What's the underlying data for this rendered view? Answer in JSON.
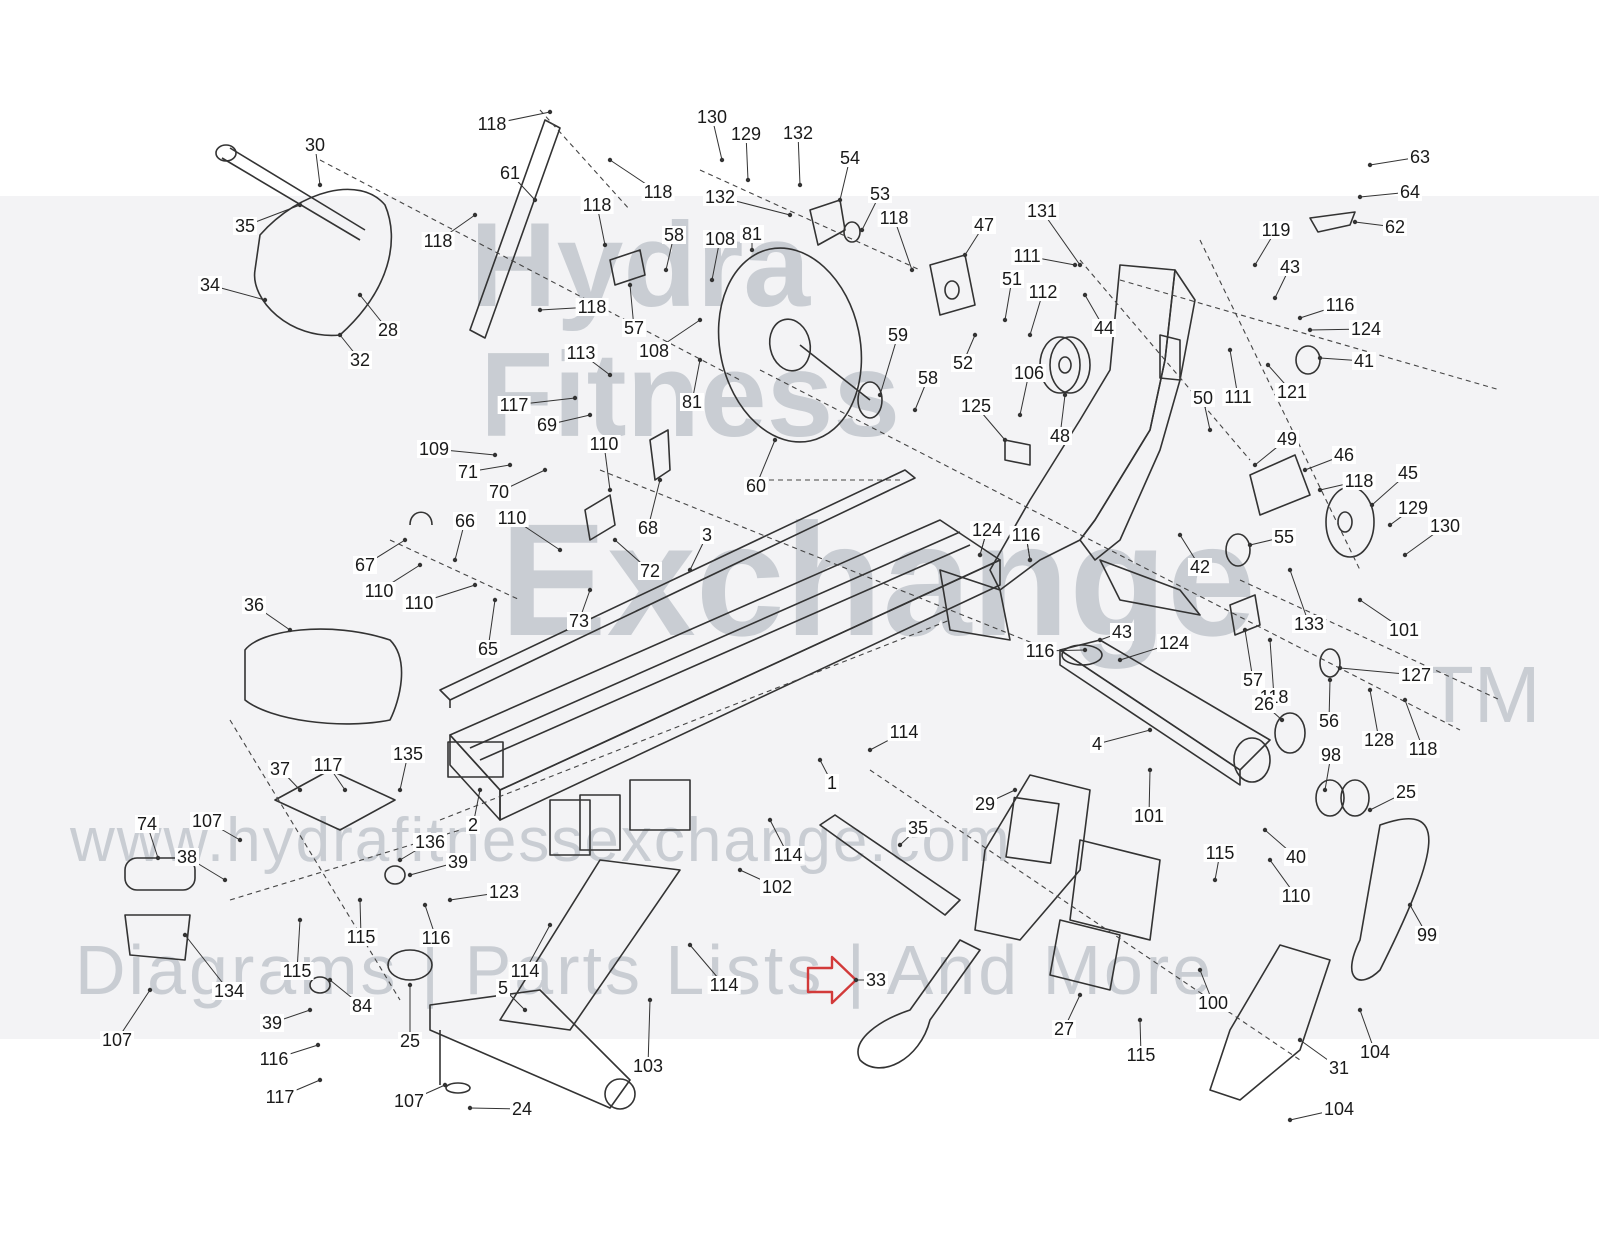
{
  "watermark": {
    "line1": "Hydra",
    "line2": "Fitness",
    "line3": "Exchange",
    "trademark": "TM",
    "url": "www.hydrafitnessexchange.com",
    "tagline": "Diagrams | Parts Lists | And More"
  },
  "colors": {
    "line": "#333333",
    "watermark": "#c9cdd3",
    "highlight_arrow": "#d23a3a"
  },
  "callouts": [
    {
      "id": "c130a",
      "text": "130"
    },
    {
      "id": "c129a",
      "text": "129"
    },
    {
      "id": "c132a",
      "text": "132"
    },
    {
      "id": "c54",
      "text": "54"
    },
    {
      "id": "c132b",
      "text": "132"
    },
    {
      "id": "c53",
      "text": "53"
    },
    {
      "id": "c118a",
      "text": "118"
    },
    {
      "id": "c61",
      "text": "61"
    },
    {
      "id": "c30",
      "text": "30"
    },
    {
      "id": "c118b",
      "text": "118"
    },
    {
      "id": "c118c",
      "text": "118"
    },
    {
      "id": "c118d",
      "text": "118"
    },
    {
      "id": "c58a",
      "text": "58"
    },
    {
      "id": "c108a",
      "text": "108"
    },
    {
      "id": "c81a",
      "text": "81"
    },
    {
      "id": "c118e",
      "text": "118"
    },
    {
      "id": "c35a",
      "text": "35"
    },
    {
      "id": "c118f",
      "text": "118"
    },
    {
      "id": "c34",
      "text": "34"
    },
    {
      "id": "c28",
      "text": "28"
    },
    {
      "id": "c32",
      "text": "32"
    },
    {
      "id": "c57a",
      "text": "57"
    },
    {
      "id": "c108b",
      "text": "108"
    },
    {
      "id": "c113",
      "text": "113"
    },
    {
      "id": "c81b",
      "text": "81"
    },
    {
      "id": "c117a",
      "text": "117"
    },
    {
      "id": "c69",
      "text": "69"
    },
    {
      "id": "c59",
      "text": "59"
    },
    {
      "id": "c58b",
      "text": "58"
    },
    {
      "id": "c109",
      "text": "109"
    },
    {
      "id": "c71",
      "text": "71"
    },
    {
      "id": "c110a",
      "text": "110"
    },
    {
      "id": "c70",
      "text": "70"
    },
    {
      "id": "c68",
      "text": "68"
    },
    {
      "id": "c60",
      "text": "60"
    },
    {
      "id": "c110b",
      "text": "110"
    },
    {
      "id": "c66",
      "text": "66"
    },
    {
      "id": "c67",
      "text": "67"
    },
    {
      "id": "c72",
      "text": "72"
    },
    {
      "id": "c3",
      "text": "3"
    },
    {
      "id": "c110c",
      "text": "110"
    },
    {
      "id": "c110d",
      "text": "110"
    },
    {
      "id": "c73",
      "text": "73"
    },
    {
      "id": "c65",
      "text": "65"
    },
    {
      "id": "c36",
      "text": "36"
    },
    {
      "id": "c124a",
      "text": "124"
    },
    {
      "id": "c116a",
      "text": "116"
    },
    {
      "id": "c131",
      "text": "131"
    },
    {
      "id": "c47",
      "text": "47"
    },
    {
      "id": "c111a",
      "text": "111"
    },
    {
      "id": "c51",
      "text": "51"
    },
    {
      "id": "c112",
      "text": "112"
    },
    {
      "id": "c52",
      "text": "52"
    },
    {
      "id": "c44",
      "text": "44"
    },
    {
      "id": "c106",
      "text": "106"
    },
    {
      "id": "c125",
      "text": "125"
    },
    {
      "id": "c48",
      "text": "48"
    },
    {
      "id": "c63",
      "text": "63"
    },
    {
      "id": "c64",
      "text": "64"
    },
    {
      "id": "c62",
      "text": "62"
    },
    {
      "id": "c119",
      "text": "119"
    },
    {
      "id": "c43a",
      "text": "43"
    },
    {
      "id": "c116b",
      "text": "116"
    },
    {
      "id": "c124b",
      "text": "124"
    },
    {
      "id": "c41",
      "text": "41"
    },
    {
      "id": "c111b",
      "text": "111"
    },
    {
      "id": "c121",
      "text": "121"
    },
    {
      "id": "c50",
      "text": "50"
    },
    {
      "id": "c49",
      "text": "49"
    },
    {
      "id": "c46",
      "text": "46"
    },
    {
      "id": "c118g",
      "text": "118"
    },
    {
      "id": "c45",
      "text": "45"
    },
    {
      "id": "c129b",
      "text": "129"
    },
    {
      "id": "c130b",
      "text": "130"
    },
    {
      "id": "c124c",
      "text": "124"
    },
    {
      "id": "c116c",
      "text": "116"
    },
    {
      "id": "c55",
      "text": "55"
    },
    {
      "id": "c42",
      "text": "42"
    },
    {
      "id": "c133",
      "text": "133"
    },
    {
      "id": "c101a",
      "text": "101"
    },
    {
      "id": "c43b",
      "text": "43"
    },
    {
      "id": "c116d",
      "text": "116"
    },
    {
      "id": "c124d",
      "text": "124"
    },
    {
      "id": "c57b",
      "text": "57"
    },
    {
      "id": "c118h",
      "text": "118"
    },
    {
      "id": "c127",
      "text": "127"
    },
    {
      "id": "c56",
      "text": "56"
    },
    {
      "id": "c128",
      "text": "128"
    },
    {
      "id": "c118i",
      "text": "118"
    },
    {
      "id": "c26",
      "text": "26"
    },
    {
      "id": "c4",
      "text": "4"
    },
    {
      "id": "c98",
      "text": "98"
    },
    {
      "id": "c25a",
      "text": "25"
    },
    {
      "id": "c101b",
      "text": "101"
    },
    {
      "id": "c40",
      "text": "40"
    },
    {
      "id": "c110e",
      "text": "110"
    },
    {
      "id": "c115a",
      "text": "115"
    },
    {
      "id": "c99",
      "text": "99"
    },
    {
      "id": "c29",
      "text": "29"
    },
    {
      "id": "c35b",
      "text": "35"
    },
    {
      "id": "c114a",
      "text": "114"
    },
    {
      "id": "c1",
      "text": "1"
    },
    {
      "id": "c2",
      "text": "2"
    },
    {
      "id": "c114b",
      "text": "114"
    },
    {
      "id": "c102",
      "text": "102"
    },
    {
      "id": "c117b",
      "text": "117"
    },
    {
      "id": "c135",
      "text": "135"
    },
    {
      "id": "c37",
      "text": "37"
    },
    {
      "id": "c107a",
      "text": "107"
    },
    {
      "id": "c74",
      "text": "74"
    },
    {
      "id": "c38",
      "text": "38"
    },
    {
      "id": "c136",
      "text": "136"
    },
    {
      "id": "c39a",
      "text": "39"
    },
    {
      "id": "c123",
      "text": "123"
    },
    {
      "id": "c115b",
      "text": "115"
    },
    {
      "id": "c116e",
      "text": "116"
    },
    {
      "id": "c115c",
      "text": "115"
    },
    {
      "id": "c134",
      "text": "134"
    },
    {
      "id": "c84",
      "text": "84"
    },
    {
      "id": "c114c",
      "text": "114"
    },
    {
      "id": "c114d",
      "text": "114"
    },
    {
      "id": "c33",
      "text": "33"
    },
    {
      "id": "c100",
      "text": "100"
    },
    {
      "id": "c107b",
      "text": "107"
    },
    {
      "id": "c39b",
      "text": "39"
    },
    {
      "id": "c25b",
      "text": "25"
    },
    {
      "id": "c5",
      "text": "5"
    },
    {
      "id": "c116f",
      "text": "116"
    },
    {
      "id": "c117c",
      "text": "117"
    },
    {
      "id": "c107c",
      "text": "107"
    },
    {
      "id": "c103",
      "text": "103"
    },
    {
      "id": "c24",
      "text": "24"
    },
    {
      "id": "c27",
      "text": "27"
    },
    {
      "id": "c115d",
      "text": "115"
    },
    {
      "id": "c104a",
      "text": "104"
    },
    {
      "id": "c31",
      "text": "31"
    },
    {
      "id": "c104b",
      "text": "104"
    }
  ]
}
